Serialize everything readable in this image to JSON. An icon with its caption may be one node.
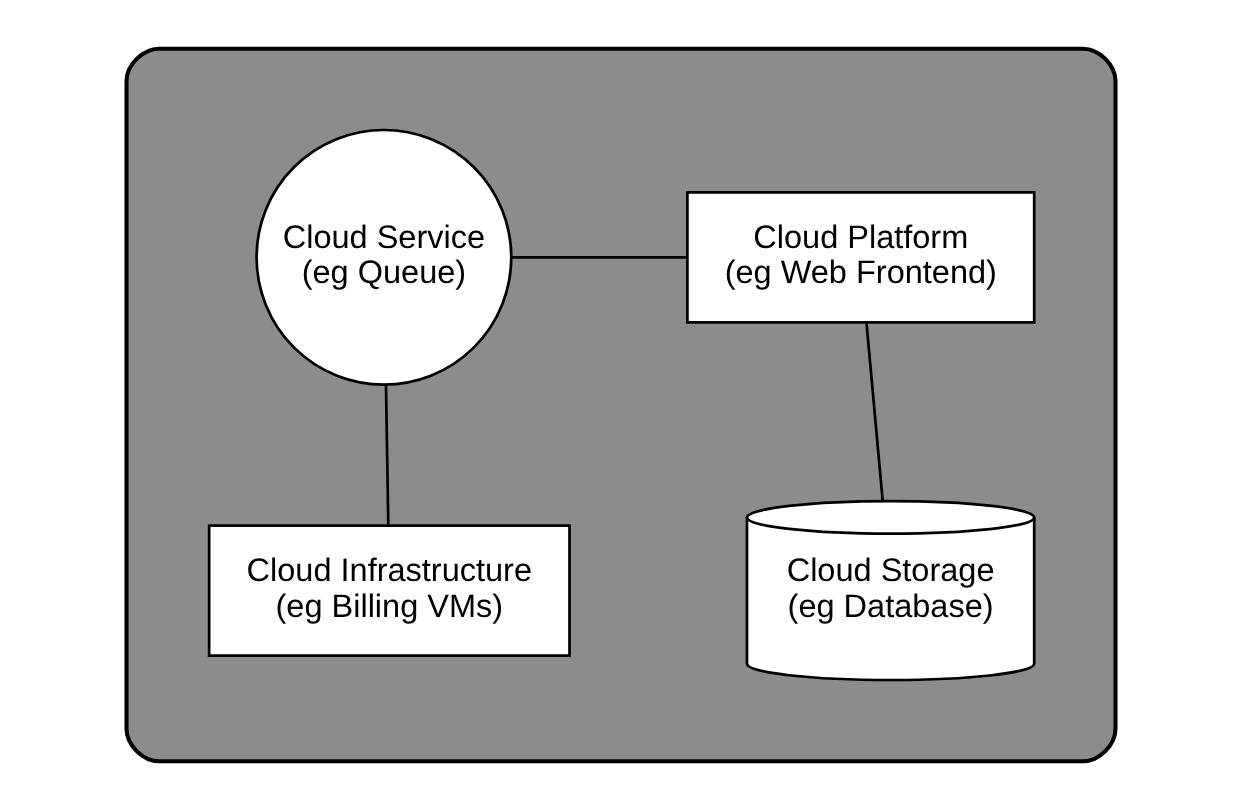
{
  "diagram": {
    "nodes": [
      {
        "text": [],
        "shape": "cloud"
      },
      {
        "text": [
          "Cloud Service",
          "(eg Queue)"
        ],
        "in": 0
      },
      {
        "text": [
          "Cloud Platform",
          "(eg Web Frontend)"
        ],
        "in": 0
      },
      {
        "text": [
          "Cloud Infrastructure",
          "(eg Billing VMs)"
        ],
        "in": 0
      },
      {
        "text": [
          "Cloud Storage",
          "(eg Database)"
        ],
        "in": 0
      }
    ],
    "edges": [
      {
        "from": 1,
        "to": 2,
        "arrow": "none"
      },
      {
        "from": 1,
        "to": 3,
        "arrow": "none"
      },
      {
        "from": 2,
        "to": 4,
        "arrow": "none"
      }
    ]
  }
}
